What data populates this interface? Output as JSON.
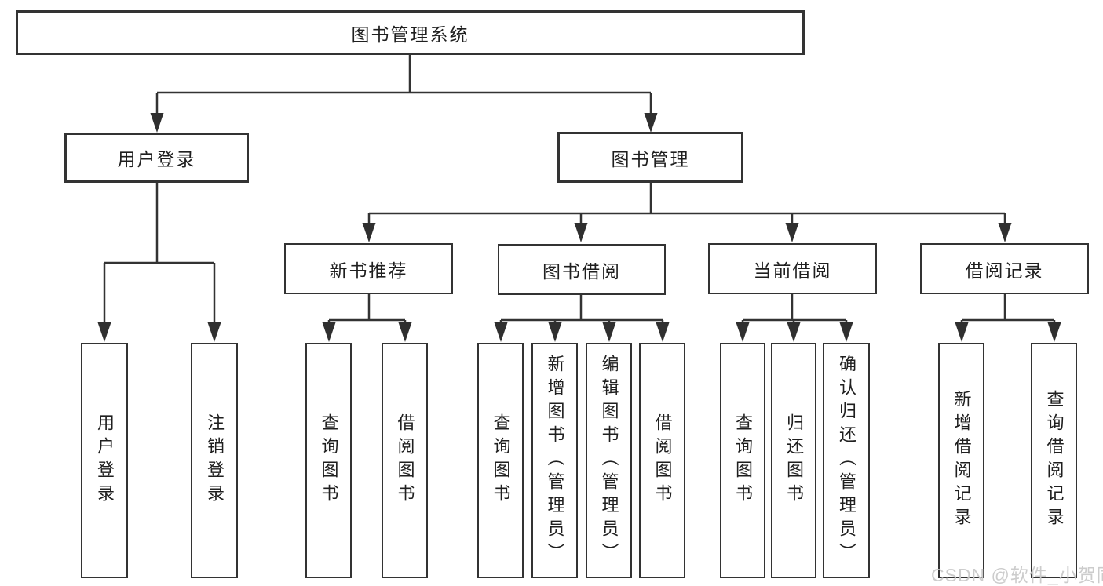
{
  "colors": {
    "line": "#333333",
    "text": "#1f1f1f",
    "box_fill": "#ffffff",
    "watermark": "#c9c9c9",
    "background": "#ffffff"
  },
  "watermark": {
    "text": "CSDN @软件_小贺同学"
  },
  "nodes": {
    "root": {
      "label": "图书管理系统"
    },
    "level2": [
      {
        "label": "用户登录"
      },
      {
        "label": "图书管理"
      }
    ],
    "level3": [
      {
        "label": "新书推荐",
        "parent": "图书管理"
      },
      {
        "label": "图书借阅",
        "parent": "图书管理"
      },
      {
        "label": "当前借阅",
        "parent": "图书管理"
      },
      {
        "label": "借阅记录",
        "parent": "图书管理"
      }
    ],
    "level4": [
      {
        "label": "用户登录",
        "parent": "用户登录"
      },
      {
        "label": "注销登录",
        "parent": "用户登录"
      },
      {
        "label": "查询图书",
        "parent": "新书推荐"
      },
      {
        "label": "借阅图书",
        "parent": "新书推荐"
      },
      {
        "label": "查询图书",
        "parent": "图书借阅"
      },
      {
        "label": "新增图书（管理员）",
        "parent": "图书借阅"
      },
      {
        "label": "编辑图书（管理员）",
        "parent": "图书借阅"
      },
      {
        "label": "借阅图书",
        "parent": "图书借阅"
      },
      {
        "label": "查询图书",
        "parent": "当前借阅"
      },
      {
        "label": "归还图书",
        "parent": "当前借阅"
      },
      {
        "label": "确认归还（管理员）",
        "parent": "当前借阅"
      },
      {
        "label": "新增借阅记录",
        "parent": "借阅记录"
      },
      {
        "label": "查询借阅记录",
        "parent": "借阅记录"
      }
    ]
  }
}
